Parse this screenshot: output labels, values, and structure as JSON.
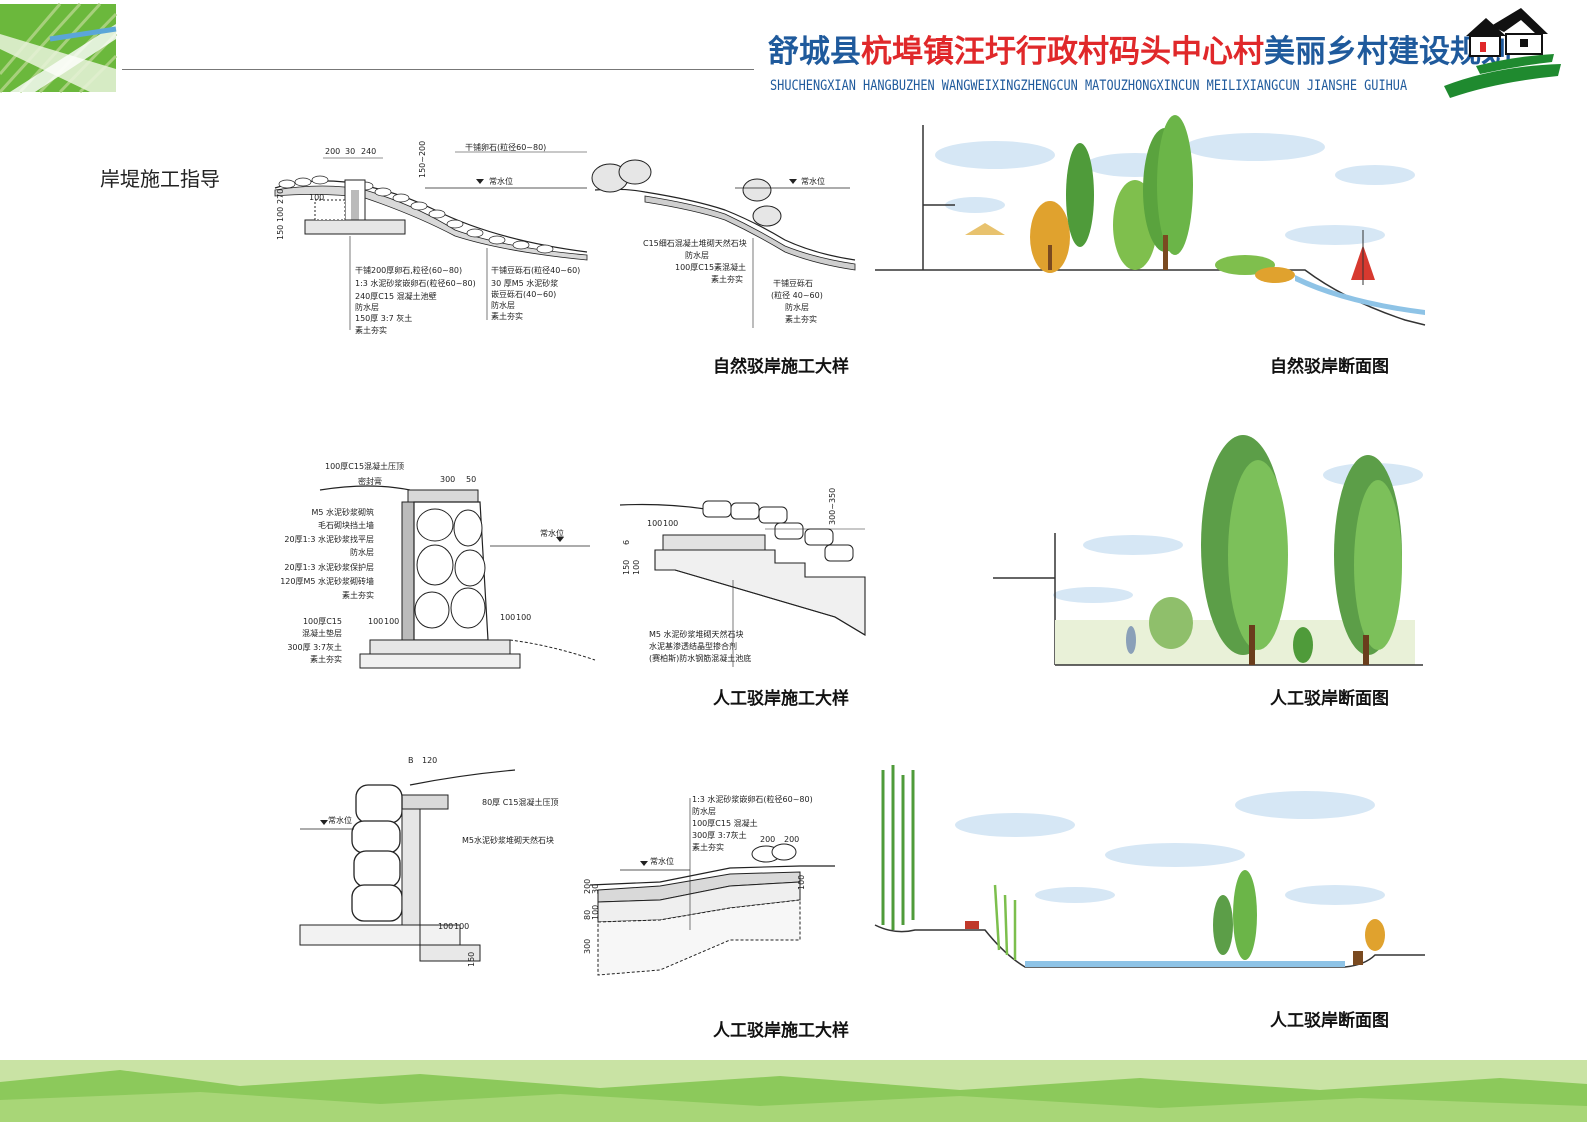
{
  "header": {
    "title_part1": "舒城县",
    "title_part2": "杭埠镇汪圩行政村码头中心村",
    "title_part3": "美丽乡村建设规划",
    "subtitle": "SHUCHENGXIAN HANGBUZHEN WANGWEIXINGZHENGCUN MATOUZHONGXINCUN MEILIXIANGCUN JIANSHE GUIHUA"
  },
  "section_label": "岸堤施工指导",
  "captions": {
    "row1_detail": "自然驳岸施工大样",
    "row1_section": "自然驳岸断面图",
    "row2_detail": "人工驳岸施工大样",
    "row2_section": "人工驳岸断面图",
    "row3_detail": "人工驳岸施工大样",
    "row3_section": "人工驳岸断面图"
  },
  "drawing1": {
    "dims": [
      "200",
      "30",
      "240",
      "150~200",
      "270",
      "150",
      "100",
      "100"
    ],
    "water": "常水位",
    "top_note": "干铺卵石(粒径60~80)",
    "left_notes": [
      "干铺200厚卵石,粒径(60~80)",
      "1:3 水泥砂浆嵌卵石(粒径60~80)",
      "240厚C15 混凝土池壁",
      "防水层",
      "150厚 3:7 灰土",
      "素土夯实"
    ],
    "right_notes": [
      "干铺豆砾石(粒径40~60)",
      "30 厚M5 水泥砂浆",
      "嵌豆砾石(40~60)",
      "防水层",
      "素土夯实"
    ]
  },
  "drawing2": {
    "water": "常水位",
    "notes": [
      "C15细石混凝土堆砌天然石块",
      "防水层",
      "100厚C15素混凝土",
      "素土夯实",
      "干铺豆砾石",
      "(粒径 40~60)",
      "防水层",
      "素土夯实"
    ]
  },
  "drawing4": {
    "water": "常水位",
    "dims": [
      "300",
      "50",
      "100",
      "100",
      "100",
      "100"
    ],
    "top_notes": [
      "100厚C15混凝土压顶",
      "密封膏"
    ],
    "left_notes": [
      "M5 水泥砂浆砌筑",
      "毛石砌块挡土墙",
      "20厚1:3 水泥砂浆找平层",
      "防水层",
      "20厚1:3 水泥砂浆保护层",
      "120厚M5 水泥砂浆砌砖墙",
      "素土夯实",
      "100厚C15",
      "混凝土垫层",
      "300厚 3:7灰土",
      "素土夯实"
    ]
  },
  "drawing5": {
    "dims": [
      "100",
      "100",
      "6",
      "150",
      "100",
      "300~350"
    ],
    "notes": [
      "M5 水泥砂浆堆砌天然石块",
      "水泥基渗透结晶型掺合剂",
      "(赛柏斯)防水钢筋混凝土池底"
    ]
  },
  "drawing7": {
    "water": "常水位",
    "dims": [
      "B",
      "120",
      "100",
      "100",
      "150"
    ],
    "notes": [
      "80厚 C15混凝土压顶",
      "M5水泥砂浆堆砌天然石块"
    ]
  },
  "drawing8": {
    "water": "常水位",
    "dims": [
      "200",
      "200",
      "100",
      "200",
      "30",
      "80",
      "100",
      "300"
    ],
    "notes": [
      "1:3 水泥砂浆嵌卵石(粒径60~80)",
      "防水层",
      "100厚C15 混凝土",
      "300厚 3:7灰土",
      "素土夯实"
    ]
  }
}
